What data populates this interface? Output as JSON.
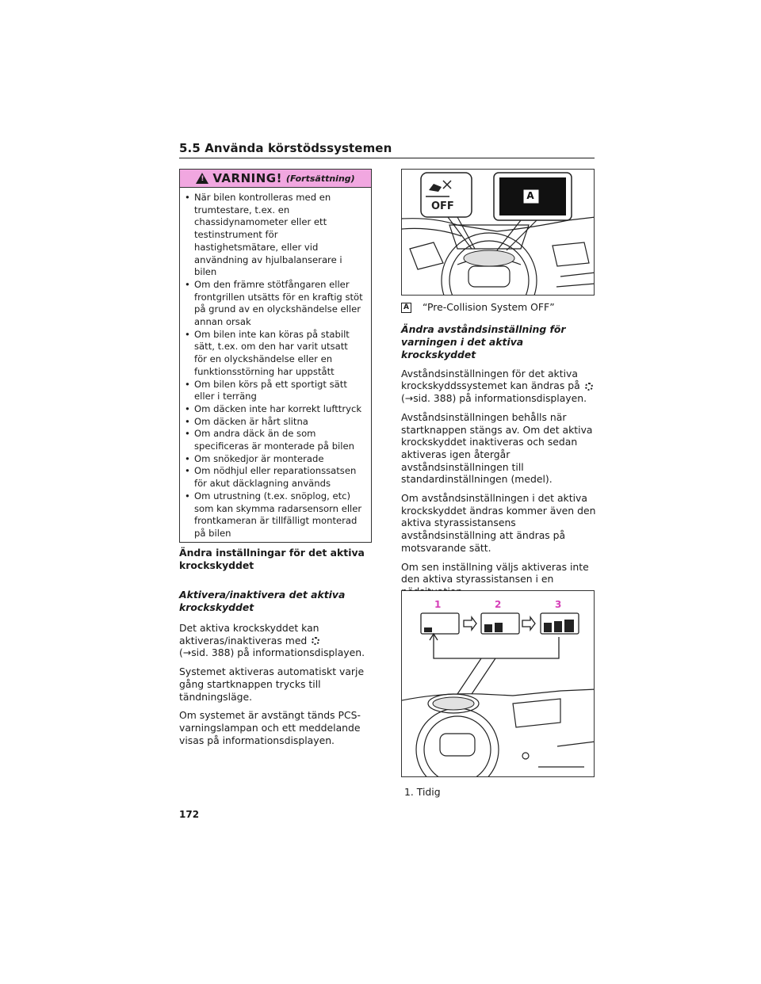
{
  "section": {
    "title": "5.5 Använda körstödssystemen"
  },
  "warning": {
    "title": "VARNING!",
    "continued": "(Fortsättning)",
    "items": [
      "När bilen kontrolleras med en trumtestare, t.ex. en chassidynamometer eller ett testinstrument för hastighetsmätare, eller vid användning av hjulbalanserare i bilen",
      "Om den främre stötfångaren eller frontgrillen utsätts för en kraftig stöt på grund av en olyckshändelse eller annan orsak",
      "Om bilen inte kan köras på stabilt sätt, t.ex. om den har varit utsatt för en olyckshändelse eller en funktionsstörning har uppstått",
      "Om bilen körs på ett sportigt sätt eller i terräng",
      "Om däcken inte har korrekt lufttryck",
      "Om däcken är hårt slitna",
      "Om andra däck än de som specificeras är monterade på bilen",
      "Om snökedjor är monterade",
      "Om nödhjul eller reparationssatsen för akut däcklagning används",
      "Om utrustning (t.ex. snöplog, etc) som kan skymma radarsensorn eller frontkameran är tillfälligt monterad på bilen"
    ]
  },
  "left": {
    "heading": "Ändra inställningar för det aktiva krockskyddet",
    "subheading": "Aktivera/inaktivera det aktiva krockskyddet",
    "p1_a": "Det aktiva krockskyddet kan aktiveras/inaktiveras med",
    "p1_b": "(→sid. 388) på informationsdisplayen.",
    "p2": "Systemet aktiveras automatiskt varje gång startknappen trycks till tändningsläge.",
    "p3": "Om systemet är avstängt tänds PCS-varningslampan och ett meddelande visas på informationsdisplayen."
  },
  "right": {
    "fig1": {
      "off_label": "OFF",
      "callout": "A"
    },
    "caption_marker": "A",
    "caption": "“Pre-Collision System OFF”",
    "subheading": "Ändra avståndsinställning för varningen i det aktiva krockskyddet",
    "p1_a": "Avståndsinställningen för det aktiva krockskyddssystemet kan ändras på",
    "p1_b": "(→sid. 388) på informationsdisplayen.",
    "p2": "Avståndsinställningen behålls när startknappen stängs av. Om det aktiva krockskyddet inaktiveras och sedan aktiveras igen återgår avståndsinställningen till standardinställningen (medel).",
    "p3": "Om avståndsinställningen i det aktiva krockskyddet ändras kommer även den aktiva styrassistansens avståndsinställning att ändras på motsvarande sätt.",
    "p4": "Om sen inställning väljs aktiveras inte den aktiva styrassistansen i en nödsituation.",
    "fig2": {
      "labels": [
        "1",
        "2",
        "3"
      ]
    },
    "list_item": "1. Tidig"
  },
  "page_number": "172",
  "colors": {
    "warning_header": "#f1a7e0",
    "magenta_numbers": "#d63fb8"
  }
}
